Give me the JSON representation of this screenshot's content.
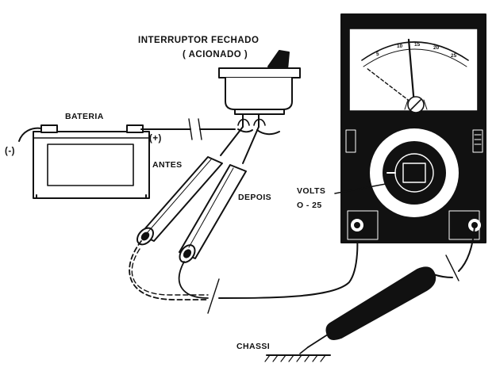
{
  "labels": {
    "switch_title": "INTERRUPTOR FECHADO",
    "switch_subtitle": "( ACIONADO )",
    "battery": "BATERIA",
    "negative": "(-)",
    "positive": "(+)",
    "before": "ANTES",
    "after": "DEPOIS",
    "volts": "VOLTS",
    "range": "O - 25",
    "chassis": "CHASSI"
  },
  "meter": {
    "scale_ticks": [
      "5",
      "10",
      "15",
      "20",
      "25"
    ]
  },
  "colors": {
    "ink": "#111111",
    "paper": "#ffffff"
  }
}
